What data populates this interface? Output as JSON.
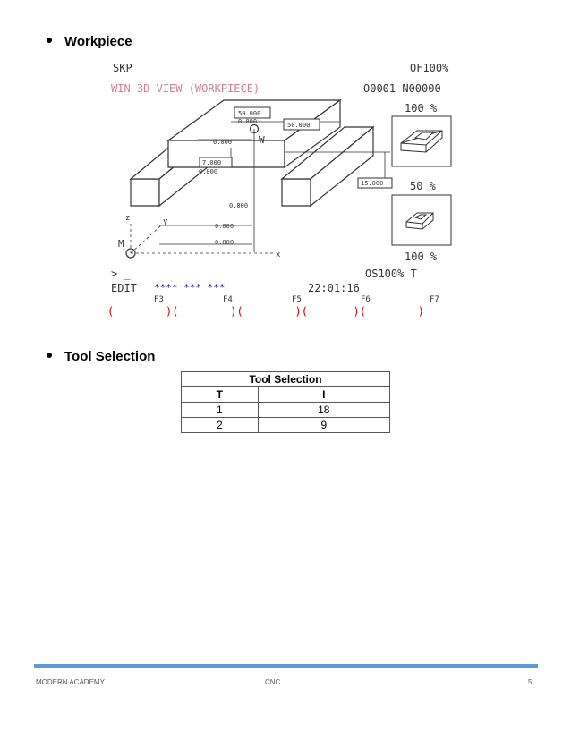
{
  "bullets": {
    "workpiece": "Workpiece",
    "tool_selection": "Tool Selection"
  },
  "screen": {
    "mode": "SKP",
    "override_top": "OF100%",
    "window_title": "WIN 3D-VIEW (WORKPIECE)",
    "program": "O0001 N00000",
    "zoom_top": "100 %",
    "zoom_mid": "50 %",
    "zoom_bottom": "100 %",
    "os_status": "OS100% T",
    "prompt": "> _",
    "edit": "EDIT",
    "stars": "**** *** ***",
    "clock": "22:01:16",
    "fkeys": [
      "F3",
      "F4",
      "F5",
      "F6",
      "F7"
    ],
    "softkeys": "(        )(        )(        )(  ___  )(        )",
    "dims": [
      "50.000",
      "0.000",
      "50.000",
      "0.000",
      "7.000",
      "0.000",
      "15.000",
      "0.000",
      "0.000",
      "0.000"
    ],
    "axis": {
      "z": "z",
      "y": "y",
      "x": "x",
      "origin_m": "M",
      "origin_w": "W"
    },
    "colors": {
      "title": "#d08090",
      "softkey": "#cc0000",
      "stars": "#2020c0",
      "text": "#333333"
    }
  },
  "tool_table": {
    "title": "Tool Selection",
    "headers": [
      "T",
      "I"
    ],
    "rows": [
      [
        "1",
        "18"
      ],
      [
        "2",
        "9"
      ]
    ]
  },
  "footer": {
    "left": "MODERN ACADEMY",
    "center": "CNC",
    "right": "5"
  }
}
